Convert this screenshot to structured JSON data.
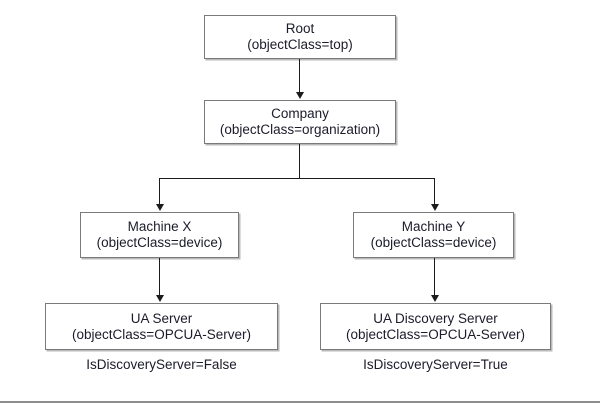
{
  "diagram": {
    "type": "tree",
    "nodes": [
      {
        "id": "root",
        "title": "Root",
        "subtitle": "(objectClass=top)"
      },
      {
        "id": "company",
        "title": "Company",
        "subtitle": "(objectClass=organization)"
      },
      {
        "id": "machine-x",
        "title": "Machine X",
        "subtitle": "(objectClass=device)"
      },
      {
        "id": "machine-y",
        "title": "Machine Y",
        "subtitle": "(objectClass=device)"
      },
      {
        "id": "ua-server",
        "title": "UA Server",
        "subtitle": "(objectClass=OPCUA-Server)"
      },
      {
        "id": "ua-discovery-server",
        "title": "UA Discovery Server",
        "subtitle": "(objectClass=OPCUA-Server)"
      }
    ],
    "captions": [
      {
        "id": "ua-server-caption",
        "text": "IsDiscoveryServer=False"
      },
      {
        "id": "ua-discovery-server-caption",
        "text": "IsDiscoveryServer=True"
      }
    ],
    "edges": [
      {
        "from": "root",
        "to": "company"
      },
      {
        "from": "company",
        "to": "machine-x"
      },
      {
        "from": "company",
        "to": "machine-y"
      },
      {
        "from": "machine-x",
        "to": "ua-server"
      },
      {
        "from": "machine-y",
        "to": "ua-discovery-server"
      }
    ],
    "colors": {
      "box_border": "#7a7a7a",
      "box_shadow": "#b9b9b9",
      "box_fill": "#ffffff",
      "connector": "#1b1b1b",
      "text": "#1b1b2b",
      "background": "#ffffff",
      "bottom_rule": "#8d8d8d"
    }
  }
}
